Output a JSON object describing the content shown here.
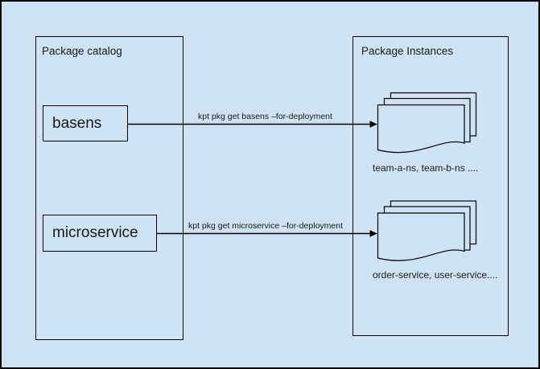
{
  "colors": {
    "background": "#cfe2f3",
    "stroke": "#000000",
    "text": "#1a1a1a"
  },
  "catalog": {
    "title": "Package catalog",
    "packages": [
      {
        "label": "basens"
      },
      {
        "label": "microservice"
      }
    ]
  },
  "instances": {
    "title": "Package Instances",
    "stacks": [
      {
        "caption": "team-a-ns, team-b-ns ...."
      },
      {
        "caption": "order-service, user-service...."
      }
    ]
  },
  "arrows": [
    {
      "label": "kpt pkg get basens –for-deployment"
    },
    {
      "label": "kpt pkg get microservice –for-deployment"
    }
  ]
}
